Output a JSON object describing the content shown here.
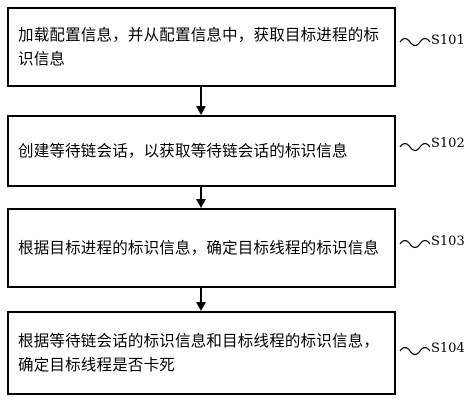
{
  "steps": [
    {
      "text": "加载配置信息，并从配置信息中，获取目标进程的标识信息",
      "label": "S101"
    },
    {
      "text": "创建等待链会话，以获取等待链会话的标识信息",
      "label": "S102"
    },
    {
      "text": "根据目标进程的标识信息，确定目标线程的标识信息",
      "label": "S103"
    },
    {
      "text": "根据等待链会话的标识信息和目标线程的标识信息，确定目标线程是否卡死",
      "label": "S104"
    }
  ]
}
